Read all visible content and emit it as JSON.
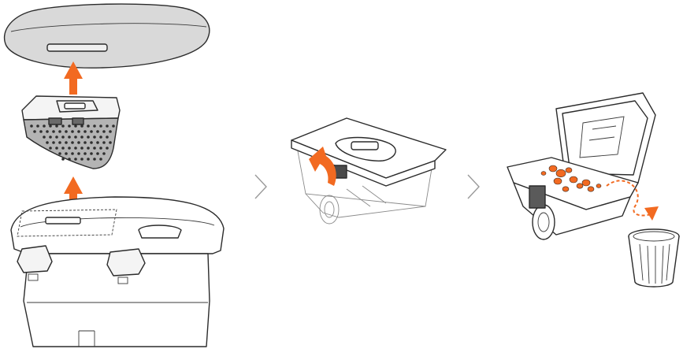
{
  "colors": {
    "accent": "#f26a21",
    "outline": "#2b2b2b",
    "lid_fill": "#d9d9d9",
    "filter_fill": "#b4b4b4",
    "chevron": "#9a9a9a"
  },
  "icons": {
    "step_separator": "chevron-right-icon",
    "direction_arrow": "arrow-up-icon"
  },
  "steps": [
    {
      "id": 1,
      "subject": "remove-top-cover-and-dustbin"
    },
    {
      "id": 2,
      "subject": "open-dustbin-lid"
    },
    {
      "id": 3,
      "subject": "empty-dustbin-into-trash-can"
    }
  ]
}
